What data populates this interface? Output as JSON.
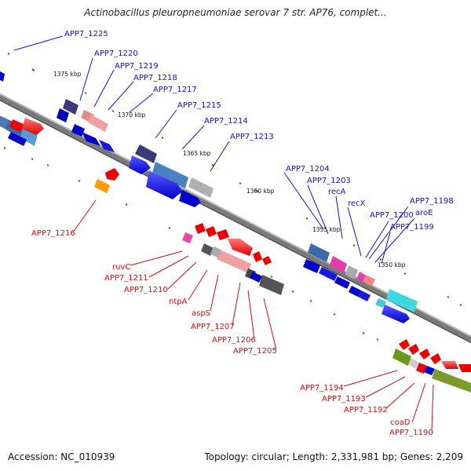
{
  "title": "Actinobacillus pleuropneumoniae serovar 7 str. AP76, complet...",
  "footer": {
    "accession": "Accession: NC_010939",
    "topology": "Topology: circular; Length: 2,331,981 bp; Genes: 2,209"
  },
  "ticks": [
    "1375 kbp",
    "1370 kbp",
    "1365 kbp",
    "1360 kbp",
    "1355 kbp",
    "1350 kbp"
  ],
  "labels_forward": [
    "APP7_1225",
    "APP7_1220",
    "APP7_1219",
    "APP7_1218",
    "APP7_1217",
    "APP7_1215",
    "APP7_1214",
    "APP7_1213",
    "APP7_1204",
    "APP7_1203",
    "recA",
    "recX",
    "APP7_1200",
    "APP7_1198",
    "aroE",
    "APP7_1199"
  ],
  "labels_reverse": [
    "APP7_1216",
    "ruvC",
    "APP7_1211",
    "APP7_1210",
    "ntpA",
    "aspS",
    "APP7_1207",
    "APP7_1206",
    "APP7_1205",
    "APP7_1194",
    "APP7_1193",
    "APP7_1192",
    "coaD",
    "APP7_1190"
  ],
  "colors": {
    "forward_label": "#1010cc",
    "reverse_label": "#cc1010",
    "backbone": "#8a8a8a",
    "tick": "#1a7a1a"
  }
}
